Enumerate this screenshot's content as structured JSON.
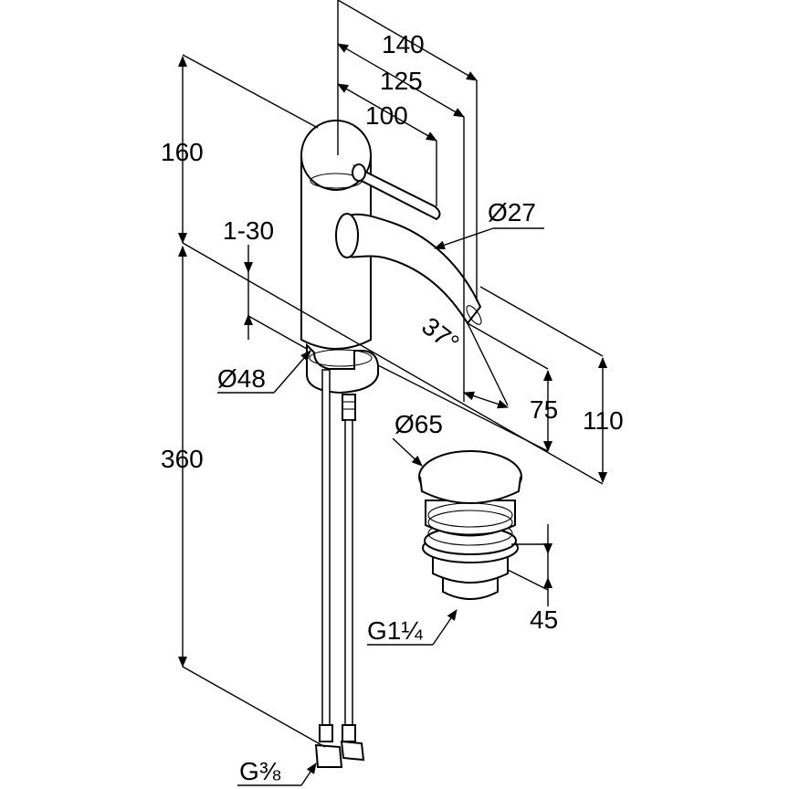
{
  "dimensions": {
    "width_140": "140",
    "width_125": "125",
    "width_100": "100",
    "height_160": "160",
    "range_1_30": "1-30",
    "dia_27": "Ø27",
    "dia_48": "Ø48",
    "angle_37": "37°",
    "height_75": "75",
    "height_110": "110",
    "height_360": "360",
    "dia_65": "Ø65",
    "height_45": "45",
    "thread_g114": "G1¼",
    "thread_g38": "G⅜"
  }
}
